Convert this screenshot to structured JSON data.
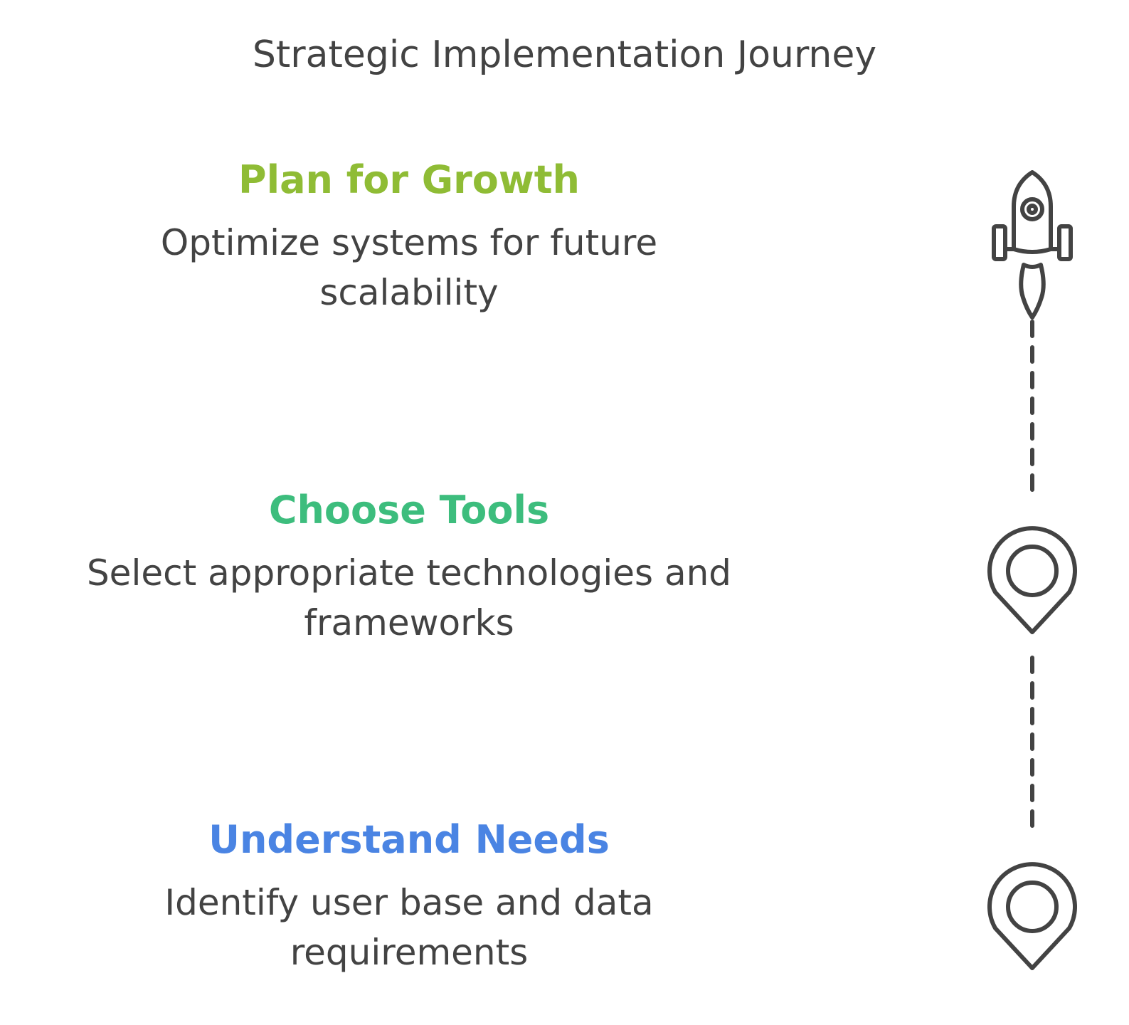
{
  "title": "Strategic Implementation Journey",
  "colors": {
    "text": "#434343",
    "icon": "#434343",
    "step_growth": "#8fbc35",
    "step_tools": "#3dbd7d",
    "step_needs": "#4a84e3"
  },
  "steps": [
    {
      "heading": "Plan for Growth",
      "description": "Optimize systems for future scalability",
      "icon": "rocket-icon",
      "color": "#8fbc35"
    },
    {
      "heading": "Choose Tools",
      "description": "Select appropriate technologies and frameworks",
      "icon": "map-pin-icon",
      "color": "#3dbd7d"
    },
    {
      "heading": "Understand Needs",
      "description": "Identify user base and data requirements",
      "icon": "map-pin-icon",
      "color": "#4a84e3"
    }
  ]
}
